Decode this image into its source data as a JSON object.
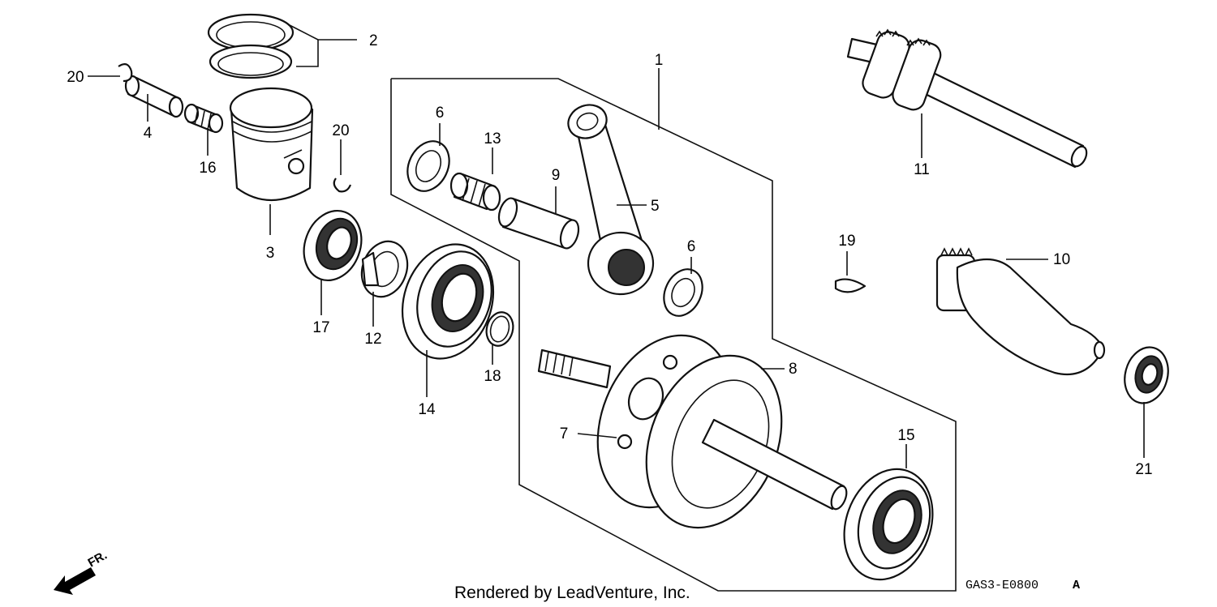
{
  "callouts": {
    "c1": "1",
    "c2": "2",
    "c3": "3",
    "c4": "4",
    "c5": "5",
    "c6a": "6",
    "c6b": "6",
    "c7": "7",
    "c8": "8",
    "c9": "9",
    "c10": "10",
    "c11": "11",
    "c12": "12",
    "c13": "13",
    "c14": "14",
    "c15": "15",
    "c16": "16",
    "c17": "17",
    "c18": "18",
    "c19": "19",
    "c20a": "20",
    "c20b": "20",
    "c21": "21"
  },
  "footer": {
    "rendered_by": "Rendered by LeadVenture, Inc.",
    "diagram_code": "GAS3-E0800",
    "diagram_code_suffix": "A"
  },
  "direction_marker": "FR."
}
